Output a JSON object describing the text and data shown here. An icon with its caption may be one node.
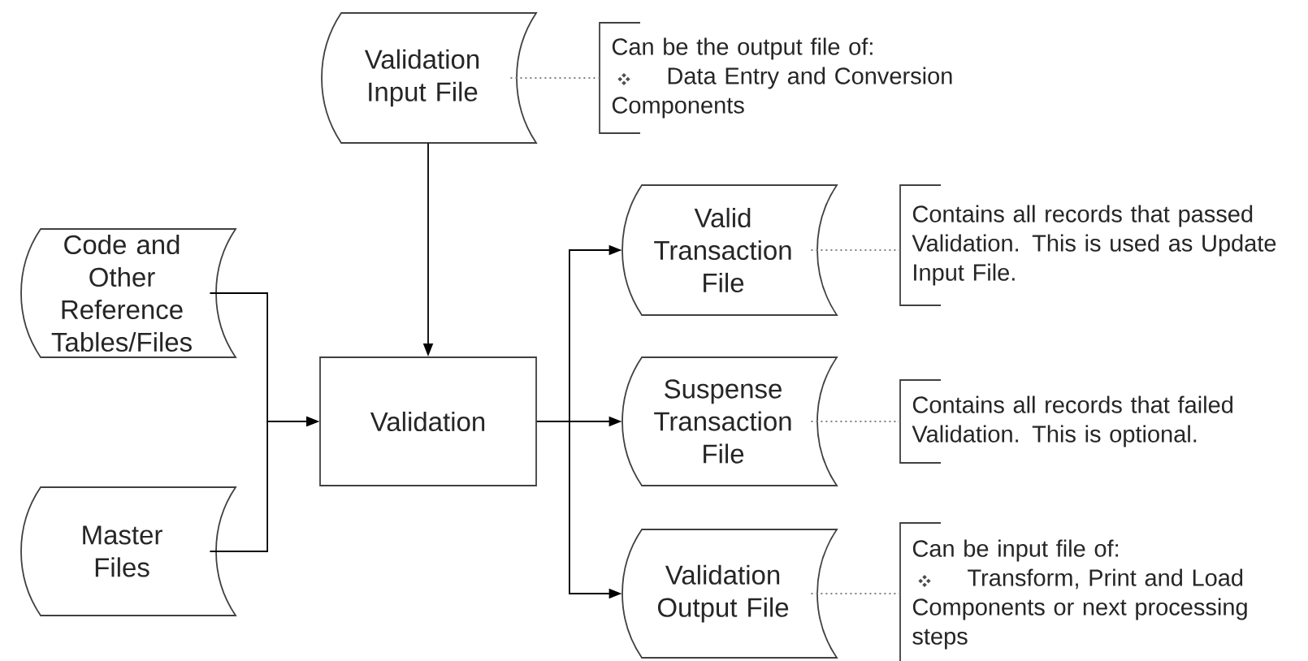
{
  "diagram": {
    "nodes": [
      {
        "text": [
          "Validation Input File"
        ]
      },
      {
        "text": [
          "Code and Other Reference Tables/Files"
        ]
      },
      {
        "text": [
          "Master Files"
        ]
      },
      {
        "text": [
          "Validation"
        ]
      },
      {
        "text": [
          "Valid Transaction File"
        ]
      },
      {
        "text": [
          "Suspense Transaction File"
        ]
      },
      {
        "text": [
          "Validation Output File"
        ]
      },
      {
        "text": [
          "Can be the output file of:",
          "Data Entry and Conversion Components"
        ]
      },
      {
        "text": [
          "Contains all records that passed Validation. This is used as Update Input File."
        ]
      },
      {
        "text": [
          "Contains all records that failed Validation. This is optional."
        ]
      },
      {
        "text": [
          "Can be input file of:",
          "Transform, Print and Load Components or next processing steps"
        ]
      }
    ],
    "edges": [
      {
        "from": 0,
        "to": 3,
        "arrow": "to"
      },
      {
        "from": 1,
        "to": 3,
        "arrow": "to"
      },
      {
        "from": 2,
        "to": 3,
        "arrow": "to"
      },
      {
        "from": 3,
        "to": 4,
        "arrow": "to"
      },
      {
        "from": 3,
        "to": 5,
        "arrow": "to"
      },
      {
        "from": 3,
        "to": 6,
        "arrow": "to"
      },
      {
        "from": 0,
        "to": 7,
        "arrow": "none",
        "style": "dashed",
        "color": "#808080"
      },
      {
        "from": 4,
        "to": 8,
        "arrow": "none",
        "style": "dashed",
        "color": "#808080"
      },
      {
        "from": 5,
        "to": 9,
        "arrow": "none",
        "style": "dashed",
        "color": "#808080"
      },
      {
        "from": 6,
        "to": 10,
        "arrow": "none",
        "style": "dashed",
        "color": "#808080"
      }
    ]
  }
}
